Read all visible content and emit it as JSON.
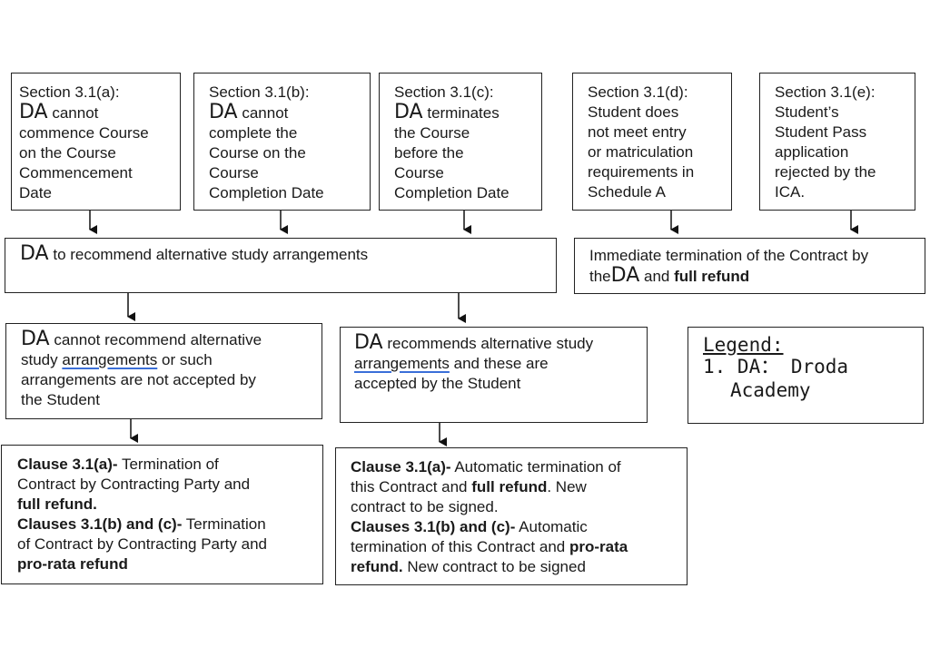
{
  "sections": {
    "a": {
      "lines": [
        "Section 3.1(a):",
        "cannot",
        "commence Course",
        "on the Course",
        "Commencement",
        "Date"
      ]
    },
    "b": {
      "lines": [
        "Section 3.1(b):",
        "cannot",
        "complete the",
        "Course on the",
        "Course",
        "Completion Date"
      ]
    },
    "c": {
      "lines": [
        "Section 3.1(c):",
        "terminates",
        "the Course",
        "before the",
        "Course",
        "Completion Date"
      ]
    },
    "d": {
      "lines": [
        "Section 3.1(d):",
        "Student does",
        "not meet entry",
        "or matriculation",
        "requirements in",
        "Schedule A"
      ]
    },
    "e": {
      "lines": [
        "Section 3.1(e):",
        "Student’s",
        "Student Pass",
        "application",
        "rejected by the",
        "ICA."
      ]
    }
  },
  "abbr": "DA",
  "recommend_box": {
    "text": "to recommend alternative study arrangements"
  },
  "immediate_box": {
    "line1": "Immediate termination of the Contract by",
    "line2_pre": "the",
    "line2_mid": "and",
    "line2_bold": "full refund"
  },
  "cannot_box": {
    "line1": "cannot recommend alternative",
    "line2_pre": "study",
    "line2_link": "arrangements",
    "line2_post": "or such",
    "line3": "arrangements are not accepted by",
    "line4": "the Student"
  },
  "recommends_box": {
    "line1": "recommends alternative study",
    "line2_link": "arrangements",
    "line2_post": "and these are",
    "line3": "accepted by the Student"
  },
  "legend": {
    "title": "Legend:",
    "item_line1": "1. DA： Droda",
    "item_line2": "Academy"
  },
  "clause_left": {
    "b1": "Clause 3.1(a)-",
    "t1": "Termination of",
    "t2": "Contract by Contracting Party and",
    "b3": "full refund.",
    "b4": "Clauses 3.1(b) and (c)-",
    "t4": "Termination",
    "t5": "of Contract by Contracting Party and",
    "b6": "pro-rata refund"
  },
  "clause_right": {
    "b1": "Clause 3.1(a)-",
    "t1": "Automatic termination of",
    "t2": "this Contract and",
    "b2": "full refund",
    "t2b": ". New",
    "t3": "contract to be signed.",
    "b4": "Clauses 3.1(b) and (c)-",
    "t4": "Automatic",
    "t5": "termination of this Contract and",
    "b5": "pro-rata",
    "b6": "refund.",
    "t6": "New contract to be signed"
  }
}
